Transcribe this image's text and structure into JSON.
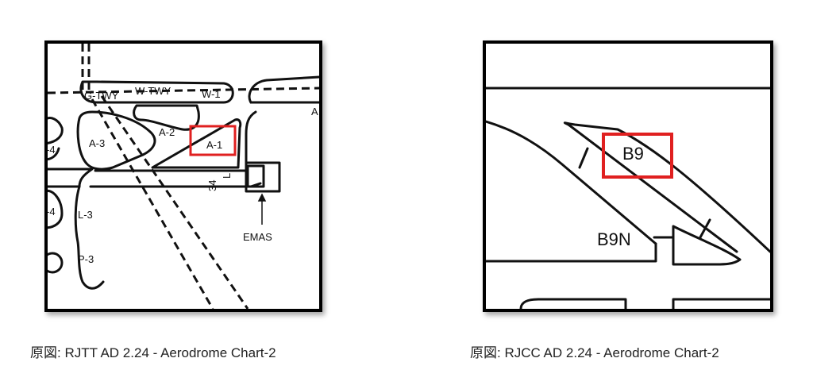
{
  "highlight_color": "#e02020",
  "left_chart": {
    "caption": "原図: RJTT AD 2.24 - Aerodrome Chart-2",
    "labels": {
      "g_twy": "G-TWY",
      "w_twy": "W-TWY",
      "w1": "W-1",
      "a_edge": "A",
      "a2": "A-2",
      "a3": "A-3",
      "a1": "A-1",
      "rwy34": "34",
      "rwy34_side": "L",
      "emas": "EMAS",
      "l3": "L-3",
      "p3": "P-3",
      "edge4_top": "-4",
      "edge4_bottom": "-4"
    }
  },
  "right_chart": {
    "caption": "原図: RJCC AD 2.24 - Aerodrome Chart-2",
    "labels": {
      "b9": "B9",
      "b9n": "B9N"
    }
  }
}
